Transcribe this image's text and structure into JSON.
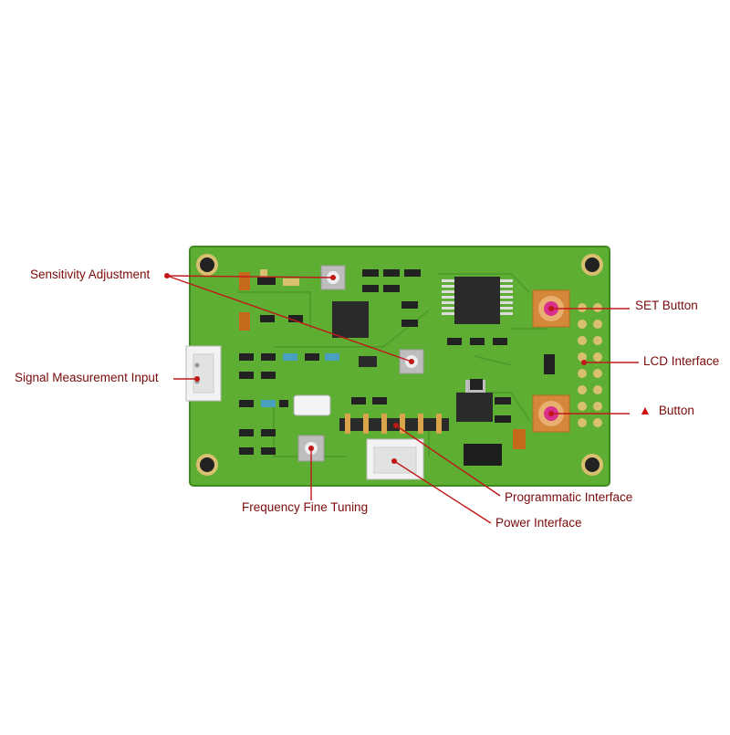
{
  "labels": {
    "sensitivity_adjustment": "Sensitivity Adjustment",
    "signal_measurement_input": "Signal Measurement Input",
    "frequency_fine_tuning": "Frequency Fine Tuning",
    "set_button": "SET Button",
    "lcd_interface": "LCD Interface",
    "button_symbol": "▲",
    "button": "Button",
    "programmatic_interface": "Programmatic Interface",
    "power_interface": "Power Interface"
  },
  "colors": {
    "board": "#5fae34",
    "board_edge": "#3f8a1f",
    "trace": "#4e9a2a",
    "callout_line": "#c01818",
    "callout_dot": "#c01818",
    "text": "#7a0a0a",
    "pad": "#d9c070",
    "ic": "#2a2a2a",
    "button_cap": "#d5883a",
    "button_center": "#d8308c"
  }
}
